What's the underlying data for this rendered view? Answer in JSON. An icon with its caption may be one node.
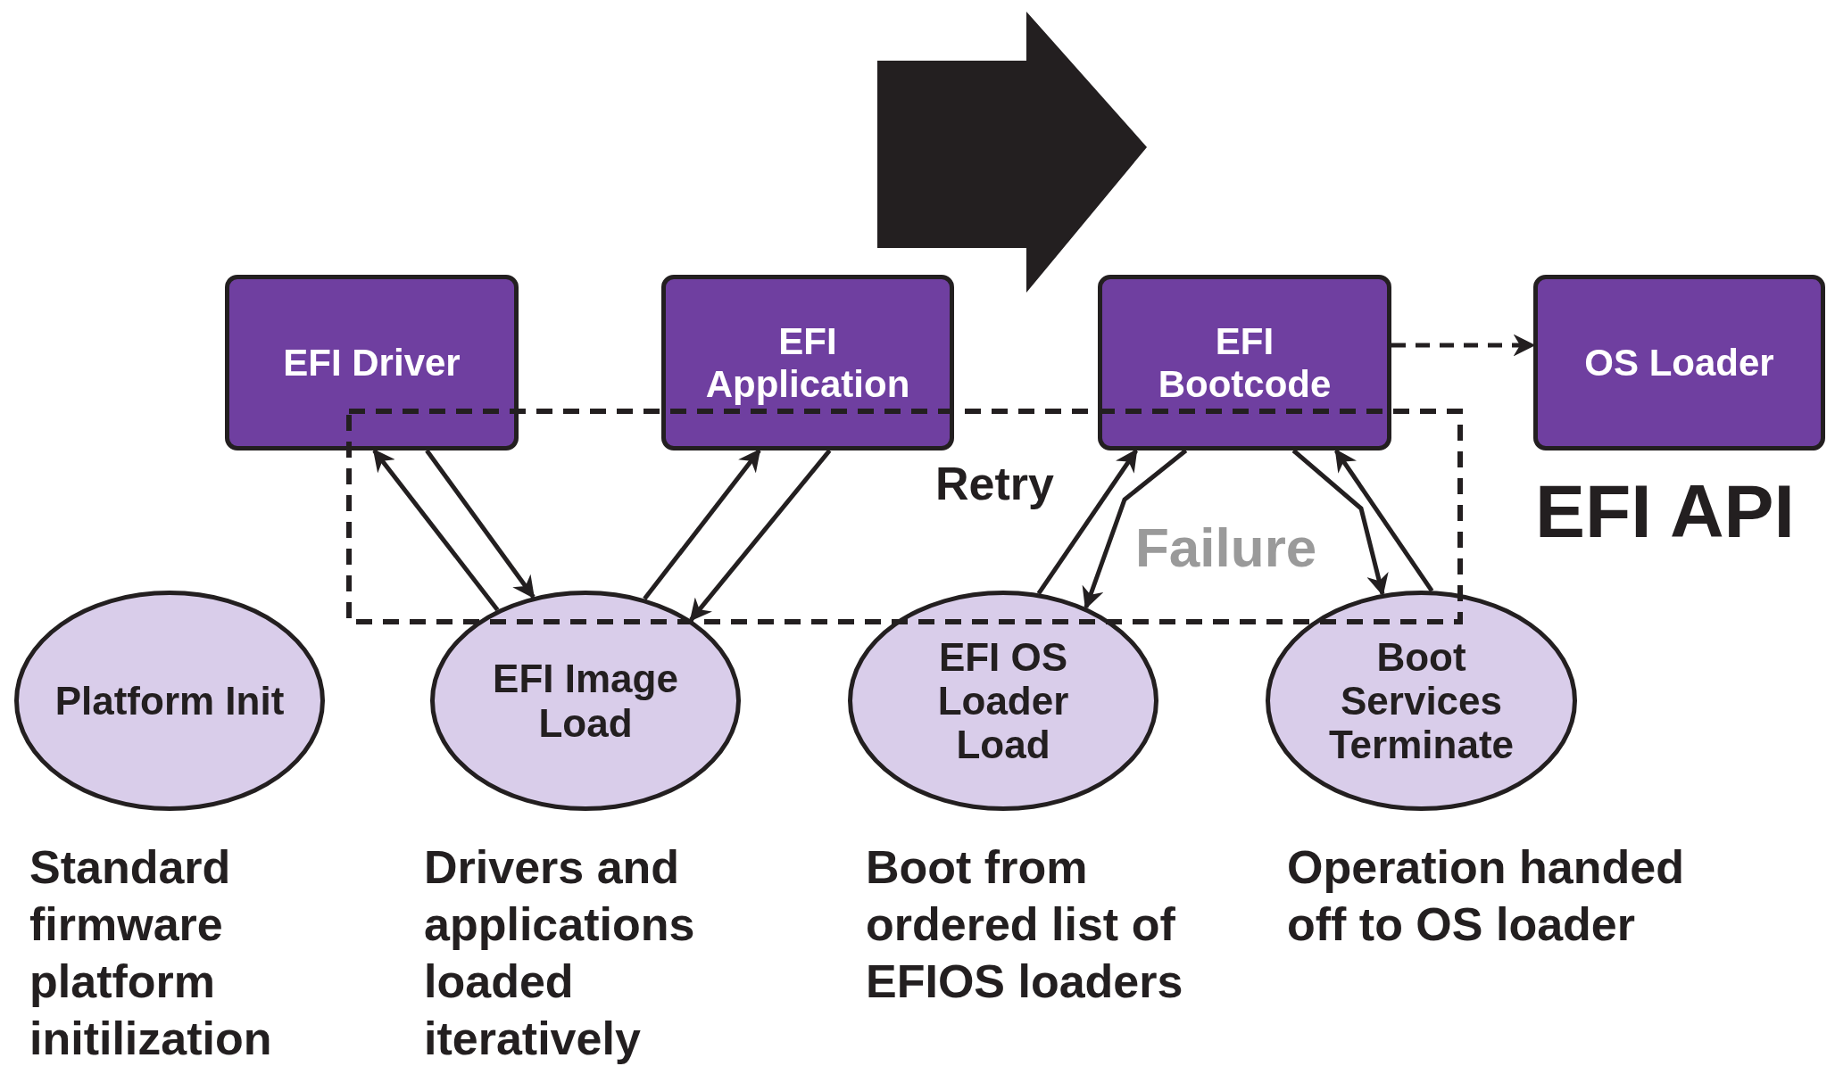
{
  "diagram": {
    "nodes": [
      {
        "text": [
          "EFI Driver"
        ]
      },
      {
        "text": [
          "EFI Application"
        ]
      },
      {
        "text": [
          "EFI Bootcode"
        ]
      },
      {
        "text": [
          "OS Loader"
        ]
      },
      {
        "text": [
          "Platform Init"
        ],
        "beside": [
          "Standard firmware platform initilization"
        ]
      },
      {
        "text": [
          "EFI Image Load"
        ],
        "beside": [
          "Drivers and applications loaded iteratively"
        ]
      },
      {
        "text": [
          "EFI OS Loader Load"
        ],
        "beside": [
          "Boot from ordered list of EFIOS loaders"
        ]
      },
      {
        "text": [
          "Boot Services Terminate"
        ],
        "beside": [
          "Operation handed off to OS loader"
        ]
      }
    ],
    "edges": [
      {
        "from": 0,
        "to": 5,
        "arrow": "to"
      },
      {
        "from": 5,
        "to": 0,
        "arrow": "to"
      },
      {
        "from": 5,
        "to": 1,
        "arrow": "to"
      },
      {
        "from": 1,
        "to": 5,
        "arrow": "to"
      },
      {
        "from": 2,
        "to": 6,
        "arrow": "to",
        "label": "Failure"
      },
      {
        "from": 6,
        "to": 2,
        "arrow": "to",
        "label": "Retry"
      },
      {
        "from": 2,
        "to": 7,
        "arrow": "to"
      },
      {
        "from": 7,
        "to": 2,
        "arrow": "to"
      },
      {
        "from": 2,
        "to": 3,
        "arrow": "to",
        "style": "dashed"
      }
    ],
    "labels": [
      "EFI API"
    ]
  }
}
